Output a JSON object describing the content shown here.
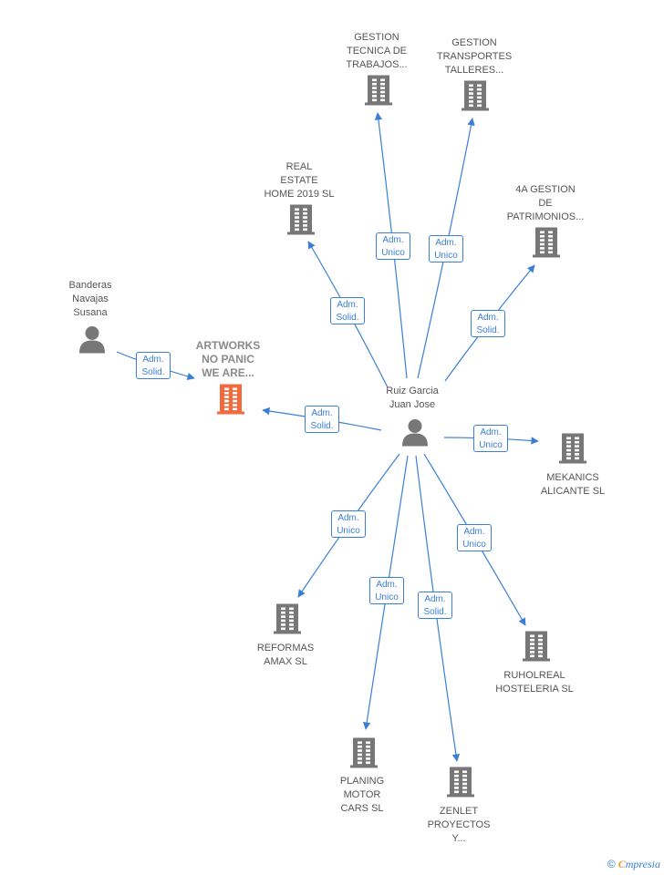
{
  "colors": {
    "edge": "#3a7fd5",
    "company": "#777777",
    "main_company": "#f26a3d",
    "person": "#777777"
  },
  "nodes": [
    {
      "id": "center",
      "kind": "person",
      "label": "Ruiz Garcia\nJuan Jose"
    },
    {
      "id": "banderas",
      "kind": "person",
      "label": "Banderas\nNavajas\nSusana"
    },
    {
      "id": "artworks",
      "kind": "main",
      "label": "ARTWORKS\nNO PANIC\nWE ARE..."
    },
    {
      "id": "gestion_tecnica",
      "kind": "company",
      "label": "GESTION\nTECNICA DE\nTRABAJOS..."
    },
    {
      "id": "gestion_transportes",
      "kind": "company",
      "label": "GESTION\nTRANSPORTES\nTALLERES..."
    },
    {
      "id": "real_estate",
      "kind": "company",
      "label": "REAL\nESTATE\nHOME 2019  SL"
    },
    {
      "id": "4a_gestion",
      "kind": "company",
      "label": "4A GESTION\nDE\nPATRIMONIOS..."
    },
    {
      "id": "mekanics",
      "kind": "company",
      "label": "MEKANICS\nALICANTE  SL"
    },
    {
      "id": "reformas",
      "kind": "company",
      "label": "REFORMAS\nAMAX  SL"
    },
    {
      "id": "ruholreal",
      "kind": "company",
      "label": "RUHOLREAL\nHOSTELERIA SL"
    },
    {
      "id": "planing",
      "kind": "company",
      "label": "PLANING\nMOTOR\nCARS SL"
    },
    {
      "id": "zenlet",
      "kind": "company",
      "label": "ZENLET\nPROYECTOS\nY..."
    }
  ],
  "edges": [
    {
      "from": "banderas",
      "to": "artworks",
      "label": "Adm.\nSolid."
    },
    {
      "from": "center",
      "to": "artworks",
      "label": "Adm.\nSolid."
    },
    {
      "from": "center",
      "to": "real_estate",
      "label": "Adm.\nSolid."
    },
    {
      "from": "center",
      "to": "gestion_tecnica",
      "label": "Adm.\nUnico"
    },
    {
      "from": "center",
      "to": "gestion_transportes",
      "label": "Adm.\nUnico"
    },
    {
      "from": "center",
      "to": "4a_gestion",
      "label": "Adm.\nSolid."
    },
    {
      "from": "center",
      "to": "mekanics",
      "label": "Adm.\nUnico"
    },
    {
      "from": "center",
      "to": "reformas",
      "label": "Adm.\nUnico"
    },
    {
      "from": "center",
      "to": "planing",
      "label": "Adm.\nUnico"
    },
    {
      "from": "center",
      "to": "zenlet",
      "label": "Adm.\nSolid."
    },
    {
      "from": "center",
      "to": "ruholreal",
      "label": "Adm.\nUnico"
    }
  ],
  "brand": {
    "copyright": "©",
    "e": "C",
    "rest": "mpresia"
  }
}
